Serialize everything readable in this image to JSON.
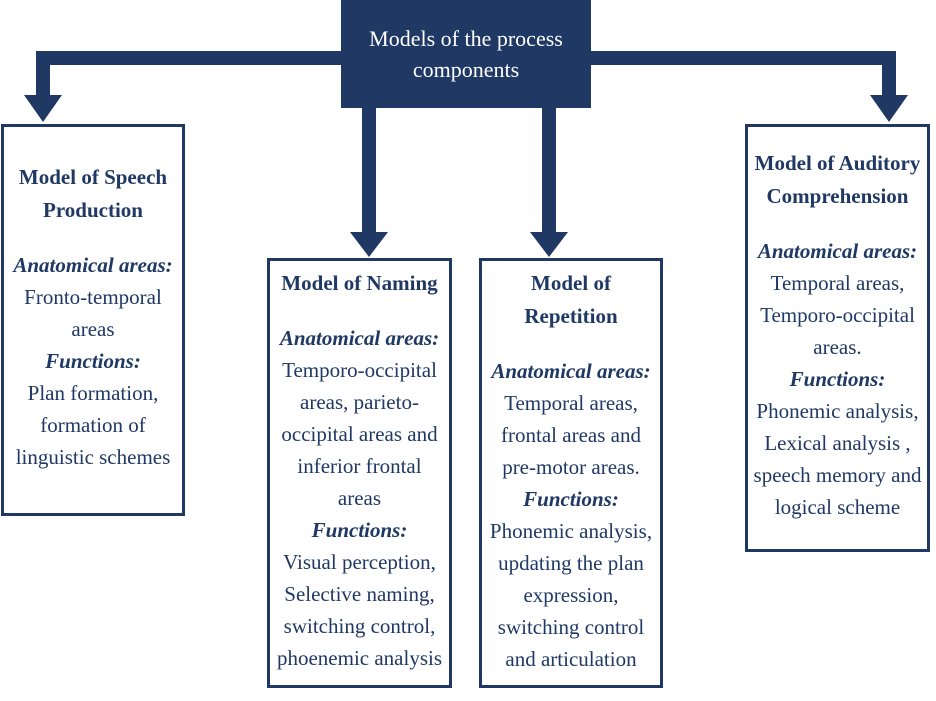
{
  "root": {
    "title_line1": "Models of the process",
    "title_line2": "components"
  },
  "boxes": {
    "speech": {
      "title": [
        "Model of Speech",
        "Production"
      ],
      "anat_label": "Anatomical areas:",
      "anat": [
        "Fronto-temporal",
        "areas"
      ],
      "func_label": "Functions:",
      "func": [
        "Plan formation,",
        "formation of",
        "linguistic schemes"
      ]
    },
    "naming": {
      "title": [
        "Model of Naming"
      ],
      "anat_label": "Anatomical areas:",
      "anat": [
        "Temporo-occipital",
        "areas, parieto-",
        "occipital areas and",
        "inferior frontal",
        "areas"
      ],
      "func_label": "Functions:",
      "func": [
        "Visual perception,",
        "Selective naming,",
        "switching control,",
        "phoenemic analysis"
      ]
    },
    "repetition": {
      "title": [
        "Model of",
        "Repetition"
      ],
      "anat_label": "Anatomical areas:",
      "anat": [
        "Temporal areas,",
        "frontal areas and",
        "pre-motor areas."
      ],
      "func_label": "Functions:",
      "func": [
        "Phonemic analysis,",
        "updating the plan",
        "expression,",
        "switching control",
        "and articulation"
      ]
    },
    "auditory": {
      "title": [
        "Model of Auditory",
        "Comprehension"
      ],
      "anat_label": "Anatomical areas:",
      "anat": [
        "Temporal areas,",
        "Temporo-occipital",
        "areas."
      ],
      "func_label": "Functions:",
      "func": [
        "Phonemic analysis,",
        "Lexical analysis ,",
        "speech memory and",
        "logical scheme"
      ]
    }
  },
  "colors": {
    "primary": "#1f3864",
    "background": "#ffffff"
  }
}
